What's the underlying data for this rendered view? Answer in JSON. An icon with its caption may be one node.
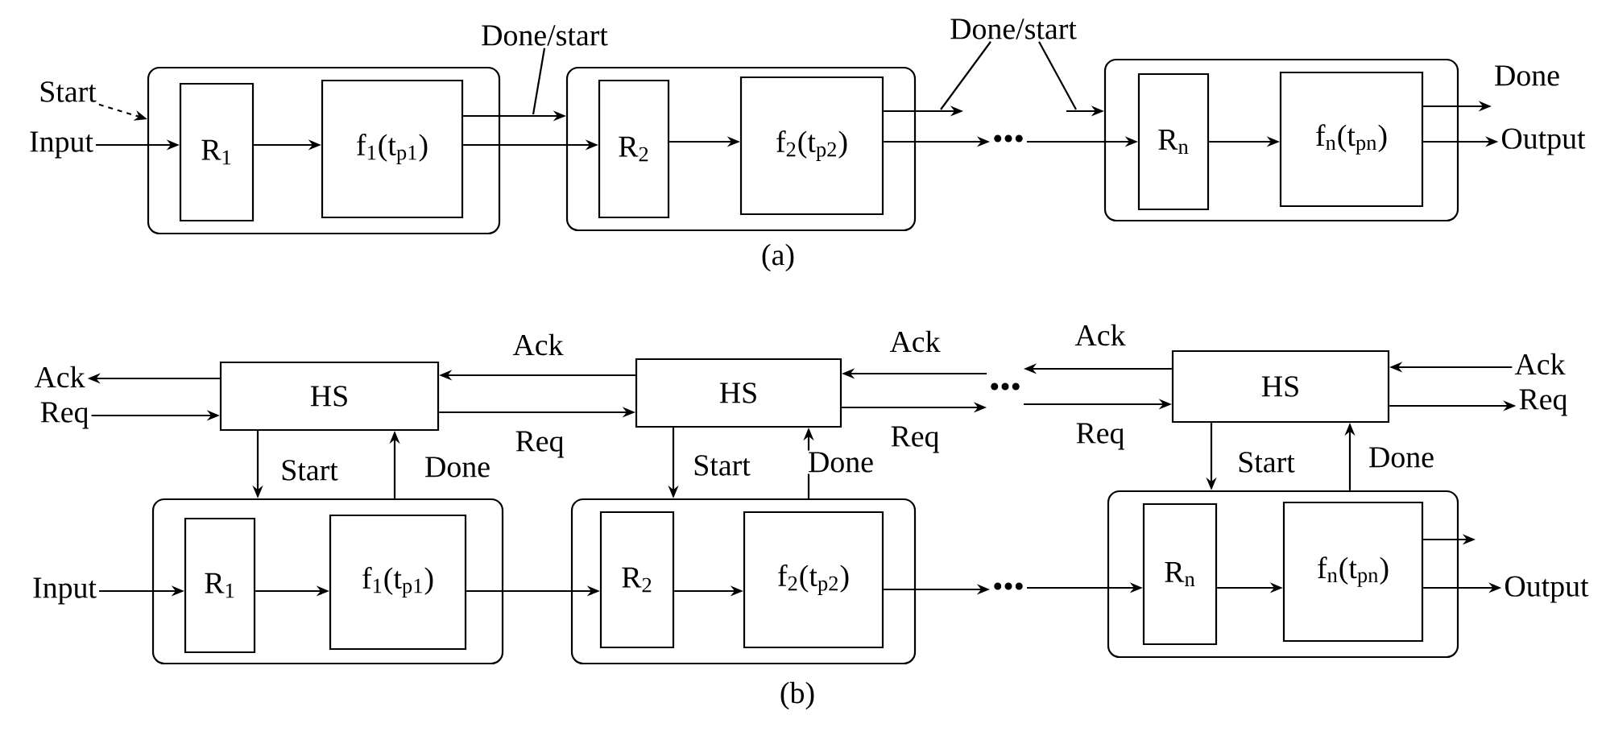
{
  "diagram": {
    "nodes": [
      {
        "text": [],
        "shape": "box"
      },
      {
        "text": [
          "R$_{1}$"
        ],
        "in": 0
      },
      {
        "text": [
          "f$_{1}$(t$_{p1}$)"
        ],
        "in": 0
      },
      {
        "text": [],
        "shape": "box"
      },
      {
        "text": [
          "R$_{2}$"
        ],
        "in": 3
      },
      {
        "text": [
          "f$_{2}$(t$_{p2}$)"
        ],
        "in": 3
      },
      {
        "text": [],
        "shape": "box"
      },
      {
        "text": [
          "R$_{n}$"
        ],
        "in": 6
      },
      {
        "text": [
          "f$_{n}$(t$_{pn}$)"
        ],
        "in": 6
      },
      {
        "text": [
          "Start"
        ]
      },
      {
        "text": [
          "Input"
        ]
      },
      {
        "text": [
          "•••"
        ]
      },
      {
        "text": [
          "Done"
        ]
      },
      {
        "text": [
          "Output"
        ]
      },
      {
        "text": [
          "Done/start"
        ]
      },
      {
        "text": [
          "Done/start"
        ]
      },
      {
        "text": [
          "HS"
        ]
      },
      {
        "text": [
          "HS"
        ]
      },
      {
        "text": [
          "HS"
        ]
      },
      {
        "text": [],
        "shape": "box"
      },
      {
        "text": [
          "R$_{1}$"
        ],
        "in": 19
      },
      {
        "text": [
          "f$_{1}$(t$_{p1}$)"
        ],
        "in": 19
      },
      {
        "text": [],
        "shape": "box"
      },
      {
        "text": [
          "R$_{2}$"
        ],
        "in": 22
      },
      {
        "text": [
          "f$_{2}$(t$_{p2}$)"
        ],
        "in": 22
      },
      {
        "text": [],
        "shape": "box"
      },
      {
        "text": [
          "R$_{n}$"
        ],
        "in": 25
      },
      {
        "text": [
          "f$_{n}$(t$_{pn}$)"
        ],
        "in": 25
      },
      {
        "text": [
          "Ack"
        ]
      },
      {
        "text": [
          "Req"
        ]
      },
      {
        "text": [
          "•••"
        ]
      },
      {
        "text": [
          "Ack"
        ]
      },
      {
        "text": [
          "Req"
        ]
      },
      {
        "text": [
          "Input"
        ]
      },
      {
        "text": [
          "•••"
        ]
      },
      {
        "text": [
          "Output"
        ]
      }
    ],
    "edges": [
      {
        "from": 9,
        "to": 0,
        "arrow": "to",
        "style": "dashed"
      },
      {
        "from": 10,
        "to": 1,
        "arrow": "to"
      },
      {
        "from": 1,
        "to": 2,
        "arrow": "to"
      },
      {
        "from": 2,
        "to": 4,
        "arrow": "to"
      },
      {
        "from": 2,
        "to": 3,
        "arrow": "to"
      },
      {
        "from": 4,
        "to": 5,
        "arrow": "to"
      },
      {
        "from": 5,
        "to": 11,
        "arrow": "to"
      },
      {
        "from": 5,
        "to": null,
        "arrow": "to"
      },
      {
        "from": 11,
        "to": 7,
        "arrow": "to"
      },
      {
        "from": null,
        "to": 6,
        "arrow": "to"
      },
      {
        "from": 7,
        "to": 8,
        "arrow": "to"
      },
      {
        "from": 8,
        "to": 12,
        "arrow": "to"
      },
      {
        "from": 8,
        "to": 13,
        "arrow": "to"
      },
      {
        "from": 14,
        "to": null,
        "arrow": "none"
      },
      {
        "from": 15,
        "to": null,
        "arrow": "none"
      },
      {
        "from": 15,
        "to": null,
        "arrow": "none"
      },
      {
        "from": 16,
        "to": 28,
        "arrow": "to"
      },
      {
        "from": 29,
        "to": 16,
        "arrow": "to"
      },
      {
        "from": 17,
        "to": 16,
        "arrow": "to",
        "label": "Ack"
      },
      {
        "from": 16,
        "to": 17,
        "arrow": "to",
        "label": "Req"
      },
      {
        "from": 30,
        "to": 17,
        "arrow": "to",
        "label": "Ack"
      },
      {
        "from": 17,
        "to": 30,
        "arrow": "to",
        "label": "Req"
      },
      {
        "from": 18,
        "to": 30,
        "arrow": "to",
        "label": "Ack"
      },
      {
        "from": 30,
        "to": 18,
        "arrow": "to",
        "label": "Req"
      },
      {
        "from": 31,
        "to": 18,
        "arrow": "to"
      },
      {
        "from": 18,
        "to": 32,
        "arrow": "to"
      },
      {
        "from": 16,
        "to": 19,
        "arrow": "to",
        "label": "Start"
      },
      {
        "from": 19,
        "to": 16,
        "arrow": "to",
        "label": "Done"
      },
      {
        "from": 17,
        "to": 22,
        "arrow": "to",
        "label": "Start"
      },
      {
        "from": 22,
        "to": 17,
        "arrow": "to",
        "label": "Done"
      },
      {
        "from": 18,
        "to": 25,
        "arrow": "to",
        "label": "Start"
      },
      {
        "from": 25,
        "to": 18,
        "arrow": "to",
        "label": "Done"
      },
      {
        "from": 33,
        "to": 20,
        "arrow": "to"
      },
      {
        "from": 20,
        "to": 21,
        "arrow": "to"
      },
      {
        "from": 21,
        "to": 23,
        "arrow": "to"
      },
      {
        "from": 23,
        "to": 24,
        "arrow": "to"
      },
      {
        "from": 24,
        "to": 34,
        "arrow": "to"
      },
      {
        "from": 34,
        "to": 26,
        "arrow": "to"
      },
      {
        "from": 26,
        "to": 27,
        "arrow": "to"
      },
      {
        "from": 27,
        "to": 35,
        "arrow": "to"
      },
      {
        "from": 27,
        "to": null,
        "arrow": "to"
      }
    ],
    "labels": [
      "(a)",
      "(b)"
    ]
  }
}
